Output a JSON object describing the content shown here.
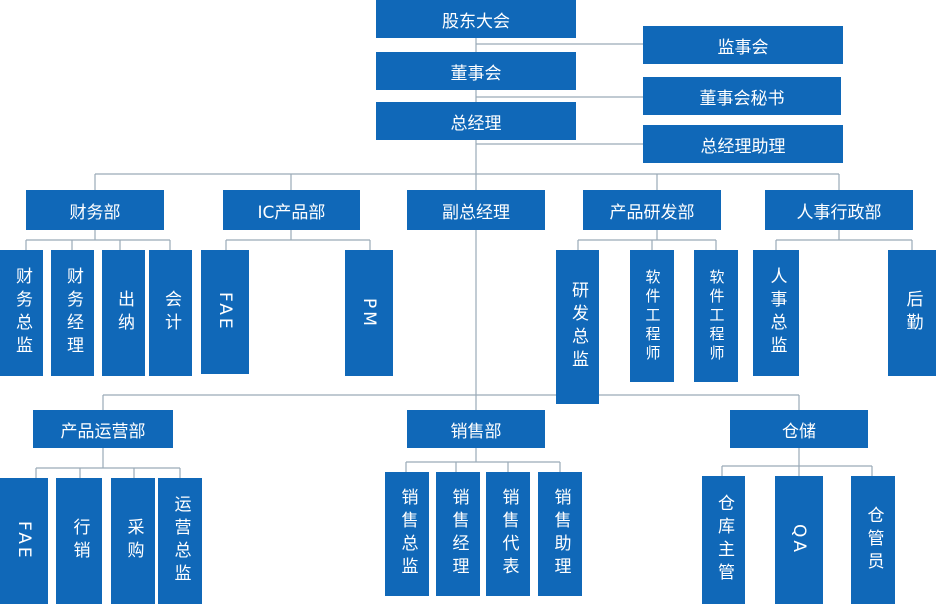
{
  "top": {
    "shareholders": "股东大会",
    "supervisors": "监事会",
    "board": "董事会",
    "board_secretary": "董事会秘书",
    "gm": "总经理",
    "gm_assistant": "总经理助理"
  },
  "departments": {
    "finance": "财务部",
    "ic_product": "IC产品部",
    "deputy_gm": "副总经理",
    "rd": "产品研发部",
    "hr_admin": "人事行政部"
  },
  "finance_children": [
    "财务总监",
    "财务经理",
    "出纳",
    "会计"
  ],
  "ic_children": [
    "FAE",
    "PM"
  ],
  "rd_children": [
    "研发总监",
    "软件工程师",
    "软件工程师"
  ],
  "hr_children": [
    "人事总监",
    "后勤"
  ],
  "lower": {
    "operations": "产品运营部",
    "sales": "销售部",
    "warehouse": "仓储"
  },
  "operations_children": [
    "FAE",
    "行销",
    "采购",
    "运营总监"
  ],
  "sales_children": [
    "销售总监",
    "销售经理",
    "销售代表",
    "销售助理"
  ],
  "warehouse_children": [
    "仓库主管",
    "QA",
    "仓管员"
  ],
  "colors": {
    "box": "#1068b8",
    "line": "#9aaab8",
    "text": "#ffffff"
  }
}
